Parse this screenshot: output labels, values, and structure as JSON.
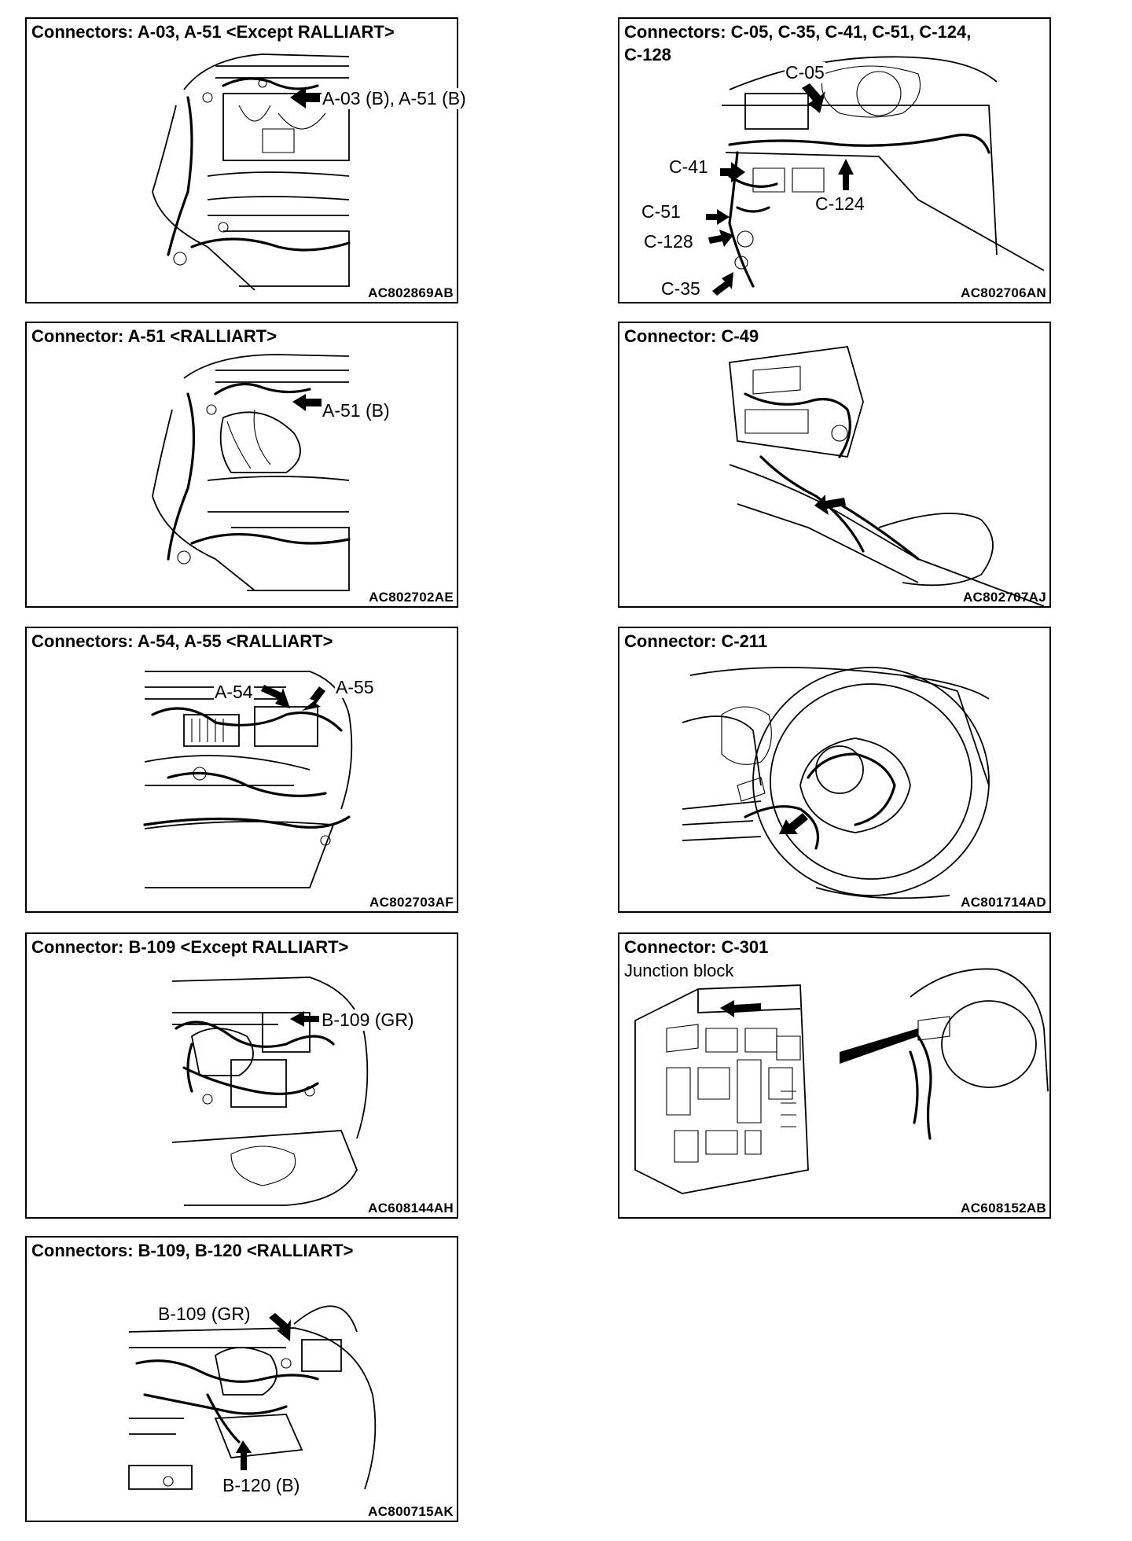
{
  "panels": [
    {
      "id": "a03-a51",
      "title": "Connectors: A-03, A-51 <Except RALLIART>",
      "labels": [
        "A-03 (B), A-51 (B)"
      ],
      "code": "AC802869AB"
    },
    {
      "id": "c05-group",
      "title_line1": "Connectors: C-05, C-35, C-41, C-51, C-124,",
      "title_line2": "C-128",
      "labels": [
        "C-05",
        "C-41",
        "C-124",
        "C-51",
        "C-128",
        "C-35"
      ],
      "code": "AC802706AN"
    },
    {
      "id": "a51-ralliart",
      "title": "Connector: A-51 <RALLIART>",
      "labels": [
        "A-51 (B)"
      ],
      "code": "AC802702AE"
    },
    {
      "id": "c49",
      "title": "Connector: C-49",
      "labels": [],
      "code": "AC802707AJ"
    },
    {
      "id": "a54-a55",
      "title": "Connectors: A-54, A-55 <RALLIART>",
      "labels": [
        "A-54",
        "A-55"
      ],
      "code": "AC802703AF"
    },
    {
      "id": "c211",
      "title": "Connector: C-211",
      "labels": [],
      "code": "AC801714AD"
    },
    {
      "id": "b109",
      "title": "Connector: B-109 <Except RALLIART>",
      "labels": [
        "B-109 (GR)"
      ],
      "code": "AC608144AH"
    },
    {
      "id": "c301",
      "title": "Connector: C-301",
      "subtitle": "Junction block",
      "labels": [],
      "code": "AC608152AB"
    },
    {
      "id": "b109-b120",
      "title": "Connectors: B-109, B-120 <RALLIART>",
      "labels": [
        "B-109 (GR)",
        "B-120 (B)"
      ],
      "code": "AC800715AK"
    }
  ]
}
